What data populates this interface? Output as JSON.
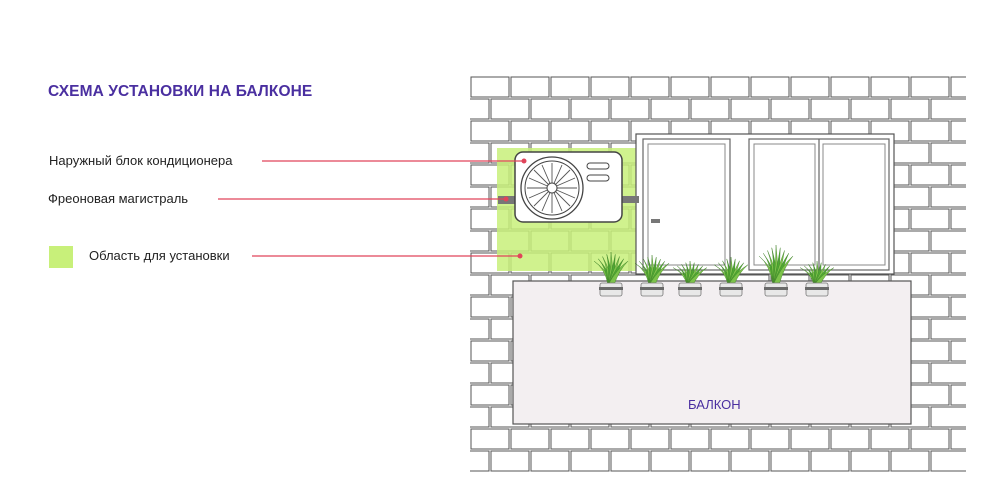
{
  "diagram": {
    "title": "СХЕМА УСТАНОВКИ НА БАЛКОНЕ",
    "legend": {
      "outdoor_unit": "Наружный блок кондиционера",
      "freon_line": "Фреоновая магистраль",
      "install_area": "Область для установки"
    },
    "balcony_label": "БАЛКОН"
  },
  "colors": {
    "title": "#4a2fa0",
    "leader_line": "#e0445a",
    "install_area": "#c8f07a",
    "brick_stroke": "#555555",
    "balcony_fill": "#f3eff1",
    "plant_green": "#4ea832",
    "pot": "#e8e8e8"
  },
  "icons": {
    "outdoor_unit": "ac-outdoor-unit-icon",
    "plants": "potted-plant-icon"
  }
}
